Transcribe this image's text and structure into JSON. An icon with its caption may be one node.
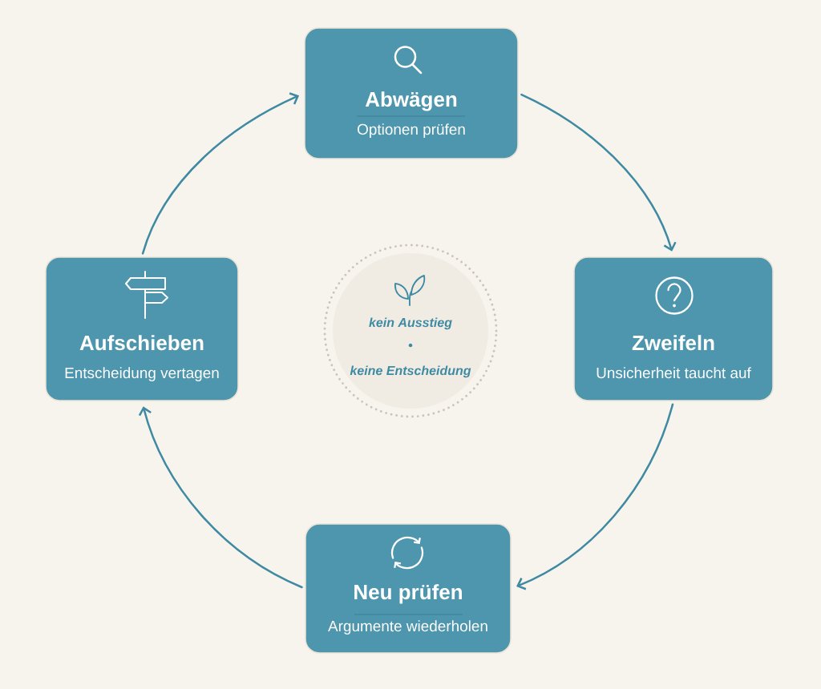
{
  "diagram": {
    "nodes": [
      {
        "text": [
          "Abwägen",
          "Optionen prüfen"
        ]
      },
      {
        "text": [
          "Aufschieben",
          "Entscheidung vertagen"
        ]
      },
      {
        "text": [
          "kein Ausstieg",
          "keine Entscheidung"
        ]
      },
      {
        "text": [
          "Zweifeln",
          "Unsicherheit taucht auf"
        ]
      },
      {
        "text": [
          "Neu prüfen",
          "Argumente wiederholen"
        ]
      }
    ],
    "edges": [
      {
        "from": 0,
        "to": 3,
        "arrow": "to"
      },
      {
        "from": 3,
        "to": 4,
        "arrow": "to"
      },
      {
        "from": 4,
        "to": 1,
        "arrow": "to"
      },
      {
        "from": 1,
        "to": 0,
        "arrow": "to"
      }
    ]
  }
}
